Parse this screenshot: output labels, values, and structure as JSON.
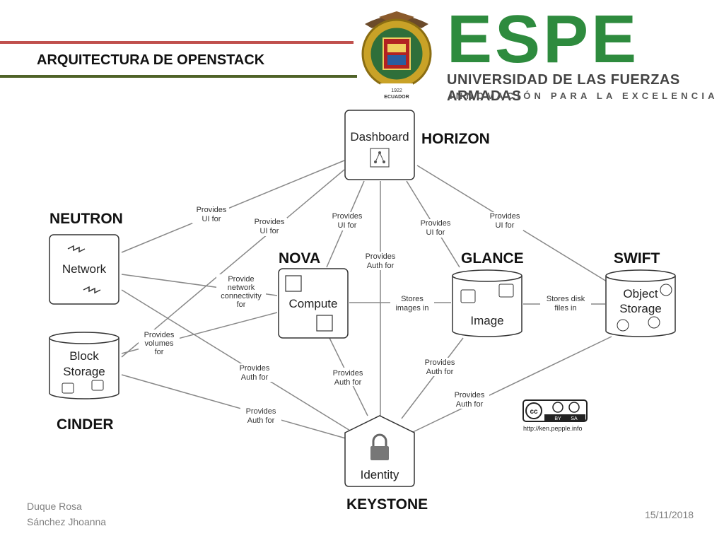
{
  "slide": {
    "title": "ARQUITECTURA DE OPENSTACK",
    "footer_authors": [
      "Duque Rosa",
      "Sánchez Jhoanna"
    ],
    "footer_date": "15/11/2018"
  },
  "logo": {
    "wordmark": "ESPE",
    "university": "UNIVERSIDAD DE LAS FUERZAS ARMADAS",
    "slogan": "INNOVACIÓN PARA LA EXCELENCIA",
    "seal_text": "ECUADOR",
    "colors": {
      "green": "#2e8b3e",
      "red": "#c0504d",
      "dark_green": "#4f6228"
    }
  },
  "nodes": {
    "dashboard": {
      "box": "Dashboard",
      "name": "HORIZON"
    },
    "network": {
      "box": "Network",
      "name": "NEUTRON"
    },
    "compute": {
      "box": "Compute",
      "name": "NOVA"
    },
    "image": {
      "box": "Image",
      "name": "GLANCE"
    },
    "object_storage": {
      "box": [
        "Object",
        "Storage"
      ],
      "name": "SWIFT"
    },
    "block_storage": {
      "box": [
        "Block",
        "Storage"
      ],
      "name": "CINDER"
    },
    "identity": {
      "box": "Identity",
      "name": "KEYSTONE"
    }
  },
  "edges": {
    "dash_network": [
      "Provides",
      "UI for"
    ],
    "dash_block": [
      "Provides",
      "UI for"
    ],
    "dash_compute": [
      "Provides",
      "UI for"
    ],
    "dash_identity": [
      "Provides",
      "Auth for"
    ],
    "dash_image": [
      "Provides",
      "UI for"
    ],
    "dash_object": [
      "Provides",
      "UI for"
    ],
    "network_compute": [
      "Provide",
      "network",
      "connectivity",
      "for"
    ],
    "compute_image": [
      "Stores",
      "images in"
    ],
    "image_object": [
      "Stores disk",
      "files in"
    ],
    "block_compute": [
      "Provides",
      "volumes",
      "for"
    ],
    "identity_network": [
      "Provides",
      "Auth for"
    ],
    "identity_compute": [
      "Provides",
      "Auth for"
    ],
    "identity_image": [
      "Provides",
      "Auth for"
    ],
    "identity_object": [
      "Provides",
      "Auth for"
    ],
    "identity_block": [
      "Provides",
      "Auth for"
    ]
  },
  "license": {
    "badge": [
      "cc",
      "BY",
      "SA"
    ],
    "url": "http://ken.pepple.info"
  }
}
